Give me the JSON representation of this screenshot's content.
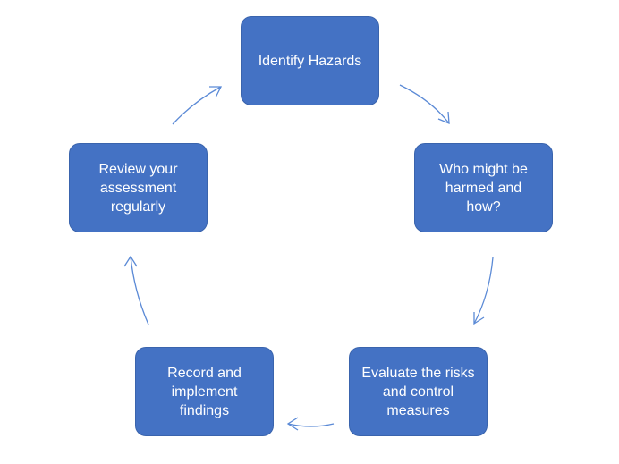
{
  "diagram": {
    "steps": [
      {
        "label": "Identify Hazards"
      },
      {
        "label": "Who might be\nharmed and\nhow?"
      },
      {
        "label": "Evaluate the risks\nand control\nmeasures"
      },
      {
        "label": "Record and\nimplement\nfindings"
      },
      {
        "label": "Review your\nassessment\nregularly"
      }
    ],
    "colors": {
      "box_fill": "#4472c4",
      "box_text": "#ffffff",
      "arrow": "#5b8ad6"
    }
  }
}
